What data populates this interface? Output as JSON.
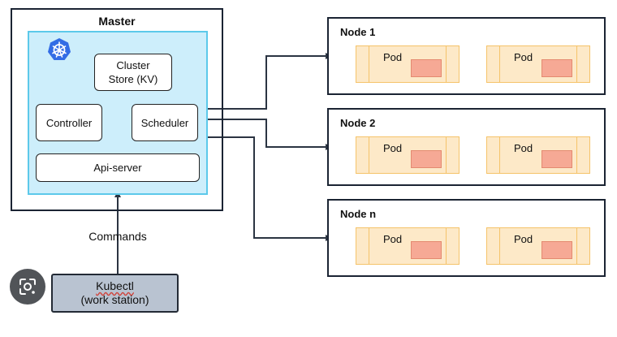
{
  "master": {
    "title": "Master",
    "cluster_store": [
      "Cluster",
      "Store (KV)"
    ],
    "controller": "Controller",
    "scheduler": "Scheduler",
    "api_server": "Api-server"
  },
  "nodes": [
    {
      "title": "Node 1",
      "pods": [
        "Pod",
        "Pod"
      ]
    },
    {
      "title": "Node 2",
      "pods": [
        "Pod",
        "Pod"
      ]
    },
    {
      "title": "Node n",
      "pods": [
        "Pod",
        "Pod"
      ]
    }
  ],
  "commands_label": "Commands",
  "kubectl": {
    "name": "Kubectl",
    "subtitle": "(work station)"
  },
  "icons": {
    "logo": "kubernetes-helm-wheel-icon",
    "lens": "google-lens-icon"
  },
  "colors": {
    "master_inner_bg": "#cdeefb",
    "master_inner_border": "#5cc9ea",
    "pod_bg": "#fde9c8",
    "pod_border": "#f5c36a",
    "container_fill": "#f6a995",
    "kubectl_bg": "#b9c3d1",
    "line": "#2b3442",
    "logo_blue": "#326ce5"
  }
}
